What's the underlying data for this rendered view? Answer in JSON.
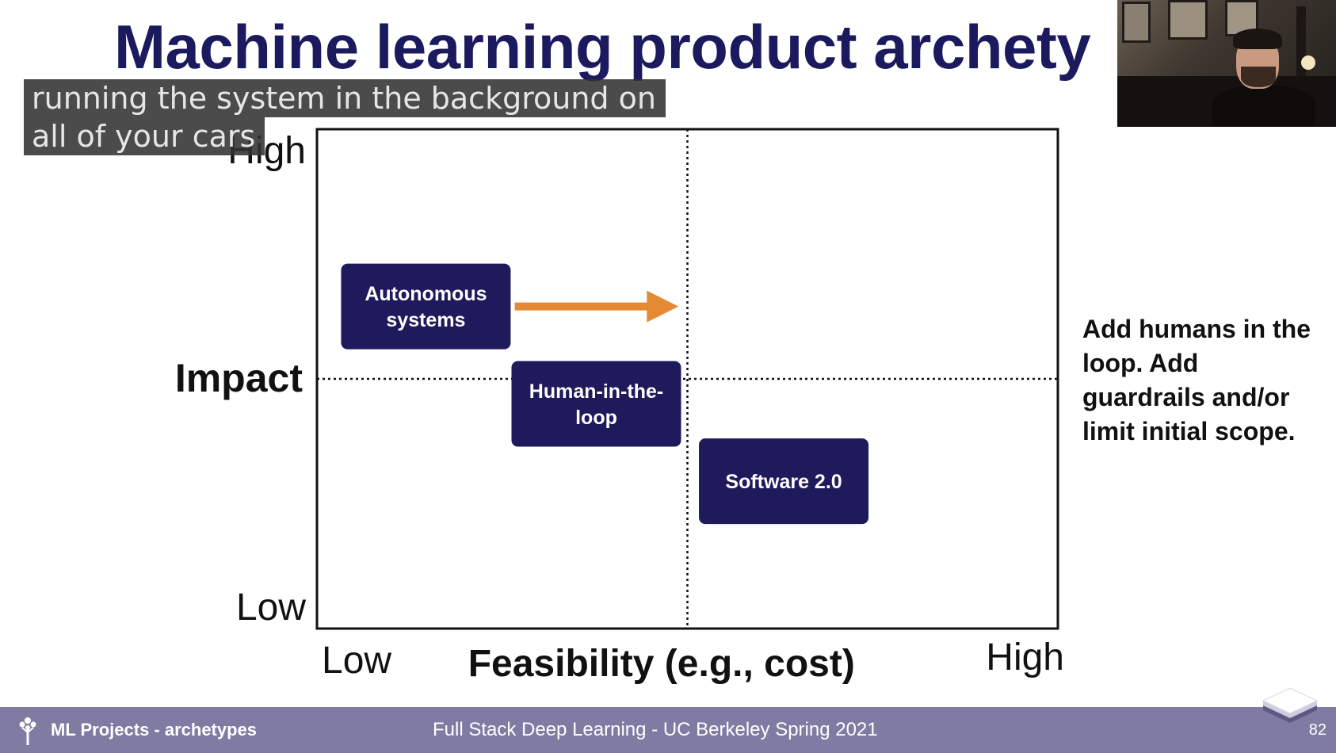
{
  "slide": {
    "title": "Machine learning product archety",
    "side_note": "Add humans in the loop. Add guardrails and/or limit initial scope."
  },
  "caption": {
    "lines": [
      "running the system in the background on",
      "all of your cars"
    ]
  },
  "chart_data": {
    "type": "quadrant",
    "xlabel": "Feasibility (e.g., cost)",
    "ylabel": "Impact",
    "x_tick_labels": [
      "Low",
      "High"
    ],
    "y_tick_labels": [
      "Low",
      "High"
    ],
    "xlim": [
      0,
      1
    ],
    "ylim": [
      0,
      1
    ],
    "dividers": {
      "x": 0.5,
      "y": 0.5
    },
    "points": [
      {
        "label": "Autonomous systems",
        "lines": [
          "Autonomous",
          "systems"
        ],
        "x": 0.147,
        "y": 0.645
      },
      {
        "label": "Human-in-the-loop",
        "lines": [
          "Human-in-the-",
          "loop"
        ],
        "x": 0.377,
        "y": 0.45
      },
      {
        "label": "Software 2.0",
        "lines": [
          "Software 2.0"
        ],
        "x": 0.63,
        "y": 0.295
      }
    ],
    "arrow": {
      "from": [
        0.267,
        0.645
      ],
      "to": [
        0.488,
        0.645
      ]
    }
  },
  "colors": {
    "title": "#1c1a5e",
    "box_fill": "#1e1a5c",
    "arrow": "#e38a32",
    "footer": "#7f7ba3"
  },
  "footer": {
    "section": "ML Projects - archetypes",
    "course": "Full Stack Deep Learning - UC Berkeley Spring 2021",
    "page": "82",
    "logo_icon": "tree-logo-icon",
    "stack_icon": "layers-icon"
  }
}
